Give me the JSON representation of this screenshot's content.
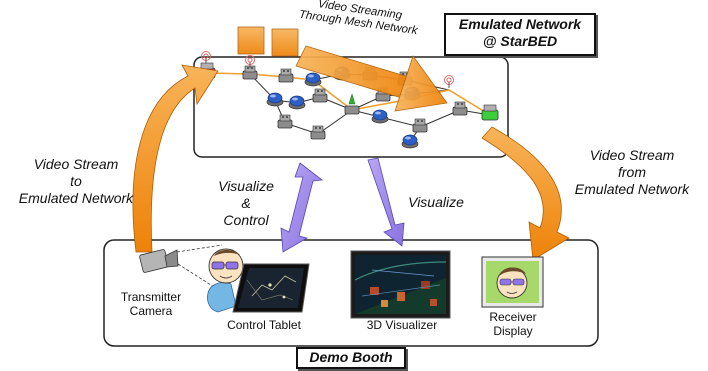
{
  "network_title": {
    "line1": "Emulated Network",
    "line2": "@ StarBED"
  },
  "streaming_caption": {
    "line1": "Video Streaming",
    "line2": "Through Mesh Network"
  },
  "labels": {
    "video_to": {
      "line1": "Video Stream",
      "line2": "to",
      "line3": "Emulated Network"
    },
    "video_from": {
      "line1": "Video Stream",
      "line2": "from",
      "line3": "Emulated Network"
    },
    "visualize_control": {
      "line1": "Visualize",
      "line2": "&",
      "line3": "Control"
    },
    "visualize": "Visualize"
  },
  "booth": {
    "title": "Demo Booth",
    "transmitter": {
      "line1": "Transmitter",
      "line2": "Camera"
    },
    "tablet": "Control Tablet",
    "visualizer": "3D Visualizer",
    "receiver": {
      "line1": "Receiver",
      "line2": "Display"
    }
  },
  "colors": {
    "arrow_orange": "#f39019",
    "arrow_purple": "#9b86e6",
    "path_orange": "#f0a030",
    "node_blue": "#2d5fc4"
  },
  "icons": [
    "router-icon",
    "antenna-icon",
    "computer-icon",
    "camera-icon",
    "tablet-icon",
    "monitor-icon",
    "person-icon"
  ]
}
